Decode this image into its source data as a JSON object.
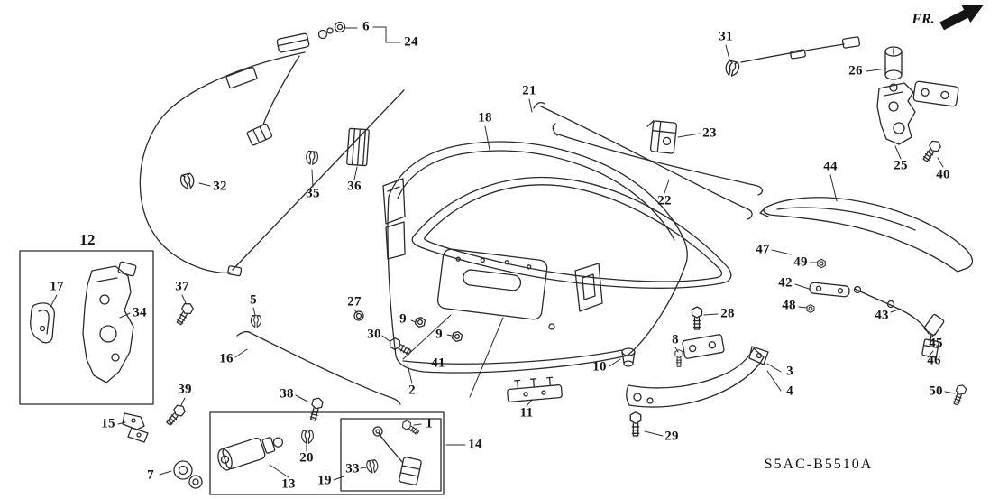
{
  "meta": {
    "fr_label": "FR.",
    "diagram_code": "S5AC-B5510A"
  },
  "colors": {
    "line": "#2b2b2b",
    "background": "#ffffff",
    "text": "#161616"
  },
  "callouts": {
    "c1": "1",
    "c2": "2",
    "c3": "3",
    "c4": "4",
    "c5": "5",
    "c6": "6",
    "c7": "7",
    "c8": "8",
    "c9a": "9",
    "c9b": "9",
    "c10": "10",
    "c11": "11",
    "c12": "12",
    "c13": "13",
    "c14": "14",
    "c15": "15",
    "c16": "16",
    "c17": "17",
    "c18": "18",
    "c19": "19",
    "c20": "20",
    "c21": "21",
    "c22": "22",
    "c23": "23",
    "c24": "24",
    "c25": "25",
    "c26": "26",
    "c27": "27",
    "c28": "28",
    "c29": "29",
    "c30": "30",
    "c31": "31",
    "c32": "32",
    "c33": "33",
    "c34": "34",
    "c35": "35",
    "c36": "36",
    "c37": "37",
    "c38": "38",
    "c39": "39",
    "c40": "40",
    "c41": "41",
    "c42": "42",
    "c43": "43",
    "c44": "44",
    "c45": "45",
    "c46": "46",
    "c47": "47",
    "c48": "48",
    "c49": "49",
    "c50": "50"
  }
}
